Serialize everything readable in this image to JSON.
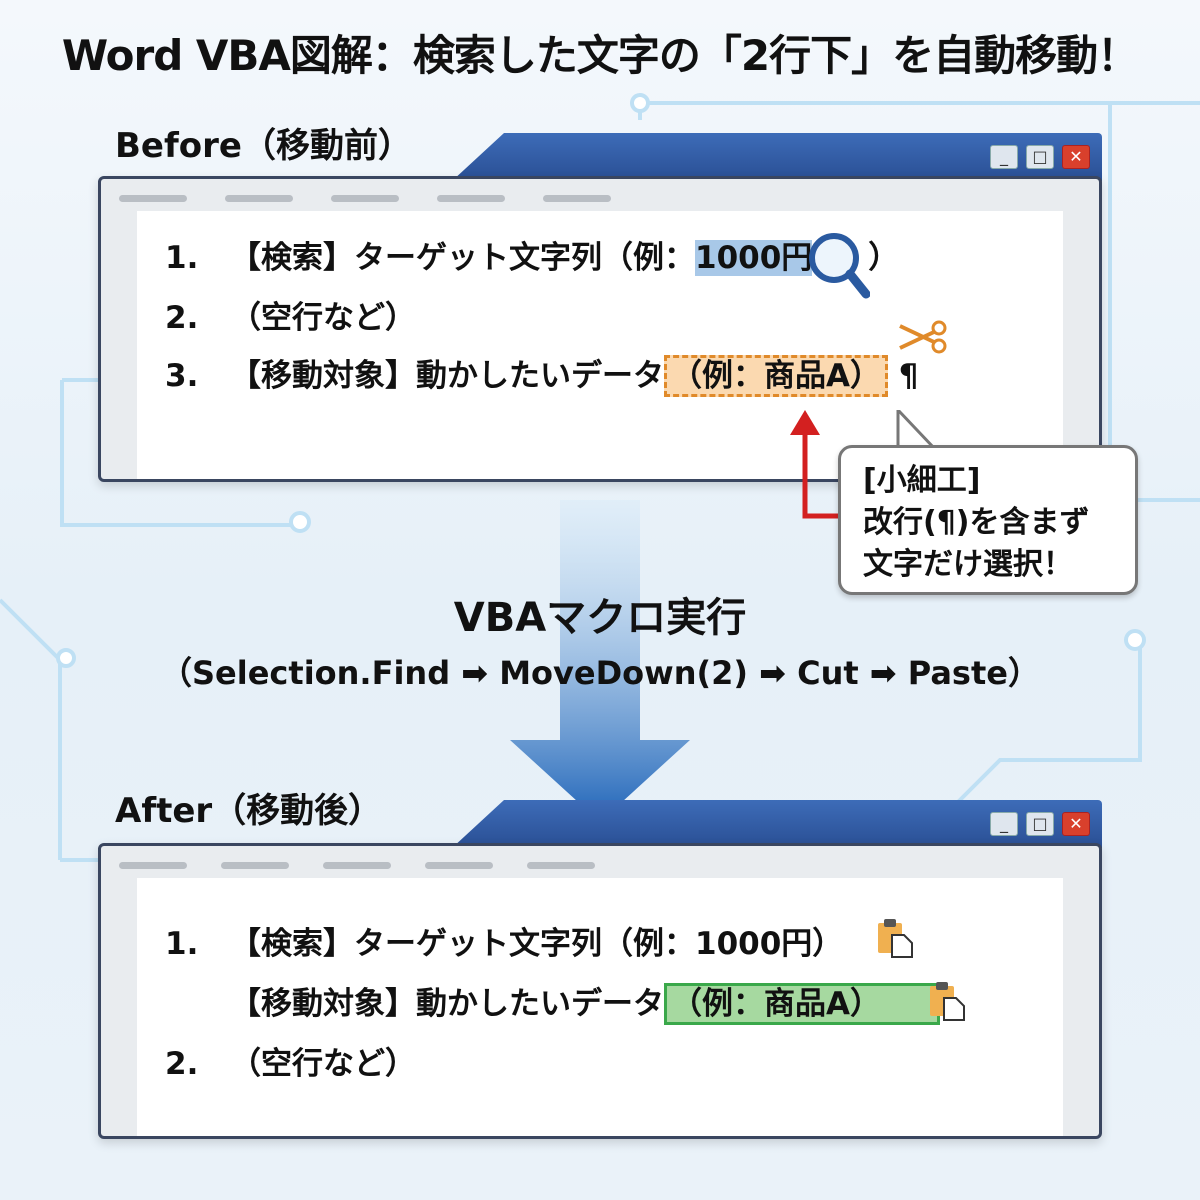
{
  "title": "Word VBA図解：検索した文字の「2行下」を自動移動！",
  "before": {
    "label": "Before（移動前）",
    "window_buttons": [
      "_",
      "□",
      "✕"
    ],
    "lines": [
      {
        "num": "1.",
        "text": "【検索】ターゲット文字列（例：",
        "highlight": "1000円",
        "tail": "）"
      },
      {
        "num": "2.",
        "text": "（空行など）"
      },
      {
        "num": "3.",
        "text": "【移動対象】動かしたいデータ",
        "selection": "（例：商品A）",
        "pilcrow": "¶"
      }
    ],
    "callout": [
      "[小細工]",
      "改行(¶)を含まず",
      "文字だけ選択！"
    ]
  },
  "macro": {
    "title": "VBAマクロ実行",
    "steps": "（Selection.Find ➡ MoveDown(2) ➡ Cut ➡ Paste）"
  },
  "after": {
    "label": "After（移動後）",
    "window_buttons": [
      "_",
      "□",
      "✕"
    ],
    "lines": [
      {
        "num": "1.",
        "text": "【検索】ターゲット文字列（例：1000円）"
      },
      {
        "num": "",
        "text": "【移動対象】動かしたいデータ",
        "pasted": "（例：商品A）"
      },
      {
        "num": "2.",
        "text": "（空行など）"
      }
    ]
  },
  "colors": {
    "window_tab": "#2a4f94",
    "search_highlight": "#a8c8e8",
    "cut_selection": "#e08a2a",
    "paste_highlight": "#3aa84a",
    "arrow_red": "#d32020",
    "big_arrow": "#1f64b8"
  },
  "icons": [
    "magnifier-icon",
    "scissors-icon",
    "clipboard-paste-icon"
  ]
}
